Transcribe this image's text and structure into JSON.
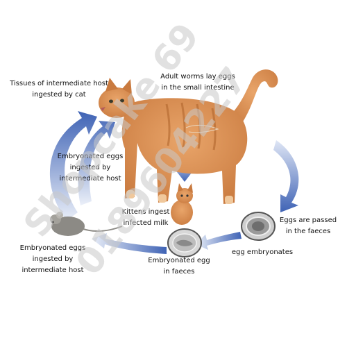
{
  "labels": {
    "tissues": "Tissues of intermediate host\ningested by cat",
    "adult_worms": "Adult worms lay eggs\nin the small intestine",
    "embryonated_upper": "Embryonated eggs\ningested by\nintermediate host",
    "kittens": "Kittens ingest\ninfected milk",
    "eggs_passed": "Eggs are passed\nin the faeces",
    "egg_embryonates": "egg embryonates",
    "embryonated_egg_faeces": "Embryonated egg\nin faeces",
    "embryonated_lower": "Embryonated eggs\ningested by\nintermediate host"
  },
  "watermark": {
    "line1": "Shopcake 69",
    "line2": "0189604227"
  },
  "colors": {
    "arrow": "#3f63b5",
    "cat": "#d4854a",
    "cat_dark": "#b0652d",
    "egg": "#8a8a8a",
    "mouse": "#8c8a85",
    "watermark": "#c9c9c9"
  },
  "icons": {
    "cat": "adult-cat-illustration",
    "kitten": "kitten-illustration",
    "mouse": "mouse-illustration",
    "egg": "egg-icon",
    "arrow": "cycle-arrow-icon"
  }
}
